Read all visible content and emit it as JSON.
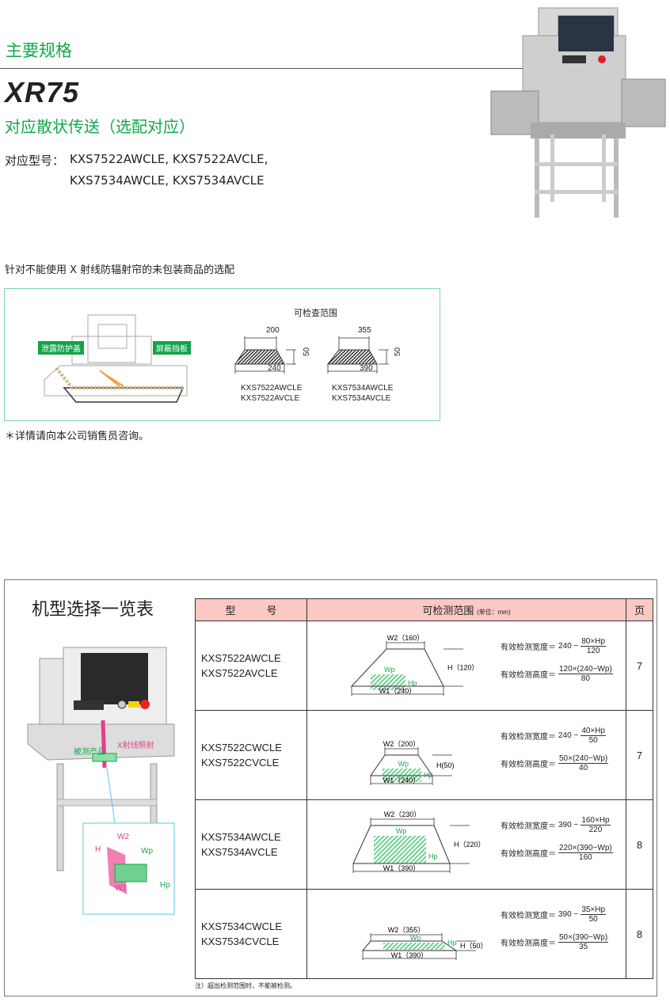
{
  "header": {
    "title": "主要规格",
    "model": "XR75",
    "subtitle": "对应散状传送（选配对应）",
    "models_label": "对应型号：",
    "models_line1": "KXS7522AWCLE, KXS7522AVCLE,",
    "models_line2": "KXS7534AWCLE, KXS7534AVCLE"
  },
  "intro": "针对不能使用 X 射线防辐射帘的未包装商品的选配",
  "figure1": {
    "label_left": "泄露防护盖",
    "label_right": "屏蔽挡板",
    "range_title": "可检查范围",
    "shapes": [
      {
        "top": "200",
        "bottom": "240",
        "height": "50",
        "m1": "KXS7522AWCLE",
        "m2": "KXS7522AVCLE"
      },
      {
        "top": "355",
        "bottom": "390",
        "height": "50",
        "m1": "KXS7534AWCLE",
        "m2": "KXS7534AVCLE"
      }
    ]
  },
  "footnote": "＊详情请向本公司销售员咨询。",
  "selection": {
    "title": "机型选择一览表",
    "product_label": "被测产品",
    "xray_label": "X射线照射",
    "dims": {
      "w2": "W2",
      "h": "H",
      "w1": "W1",
      "wp": "Wp",
      "hp": "Hp"
    },
    "headers": {
      "model": "型　　　号",
      "range": "可检测范围",
      "unit": "(单位：mm)",
      "page": "页"
    },
    "rows": [
      {
        "m1": "KXS7522AWCLE",
        "m2": "KXS7522AVCLE",
        "w2": "W2（160）",
        "w1": "W1（240）",
        "h": "H（120）",
        "wp": "Wp",
        "hp": "Hp",
        "wlabel": "有效检测宽度＝",
        "wpre": "240 −",
        "wnum": "80×Hp",
        "wden": "120",
        "hlabel": "有效检测高度＝",
        "hnum": "120×(240−Wp)",
        "hden": "80",
        "page": "7"
      },
      {
        "m1": "KXS7522CWCLE",
        "m2": "KXS7522CVCLE",
        "w2": "W2（200）",
        "w1": "W1（240）",
        "h": "H(50)",
        "wp": "Wp",
        "hp": "Hp",
        "wlabel": "有效检测宽度＝",
        "wpre": "240 −",
        "wnum": "40×Hp",
        "wden": "50",
        "hlabel": "有效检测高度＝",
        "hnum": "50×(240−Wp)",
        "hden": "40",
        "page": "7"
      },
      {
        "m1": "KXS7534AWCLE",
        "m2": "KXS7534AVCLE",
        "w2": "W2（230）",
        "w1": "W1（390）",
        "h": "H（220）",
        "wp": "Wp",
        "hp": "Hp",
        "wlabel": "有效检测宽度＝",
        "wpre": "390 −",
        "wnum": "160×Hp",
        "wden": "220",
        "hlabel": "有效检测高度＝",
        "hnum": "220×(390−Wp)",
        "hden": "160",
        "page": "8"
      },
      {
        "m1": "KXS7534CWCLE",
        "m2": "KXS7534CVCLE",
        "w2": "W2（355）",
        "w1": "W1（390）",
        "h": "H（50）",
        "wp": "Wp",
        "hp": "Hp",
        "wlabel": "有效检测宽度＝",
        "wpre": "390 −",
        "wnum": "35×Hp",
        "wden": "50",
        "hlabel": "有效检测高度＝",
        "hnum": "50×(390−Wp)",
        "hden": "35",
        "page": "8"
      }
    ],
    "note": "注）超出检测范围时，不能被检测。"
  }
}
